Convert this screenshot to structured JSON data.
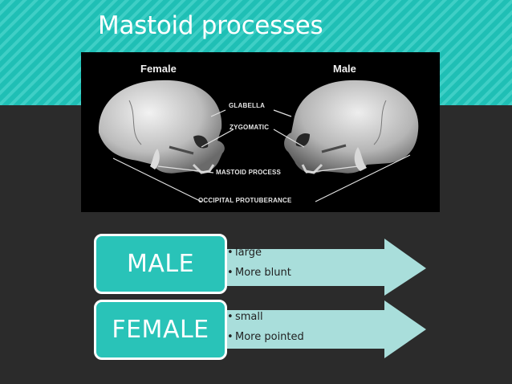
{
  "slide": {
    "title": "Mastoid processes"
  },
  "figure": {
    "labels": {
      "female": "Female",
      "male": "Male",
      "glabella": "GLABELLA",
      "zygomatic": "ZYGOMATIC",
      "mastoid_process": "MASTOID PROCESS",
      "occipital_protuberance": "OCCIPITAL PROTUBERANCE"
    }
  },
  "comparison": [
    {
      "sex": "MALE",
      "bullets": [
        "large",
        "More blunt"
      ]
    },
    {
      "sex": "FEMALE",
      "bullets": [
        "small",
        "More pointed"
      ]
    }
  ],
  "colors": {
    "teal": "#1fbfb5",
    "background": "#2b2b2b",
    "arrow_fill": "#a9dedb"
  }
}
